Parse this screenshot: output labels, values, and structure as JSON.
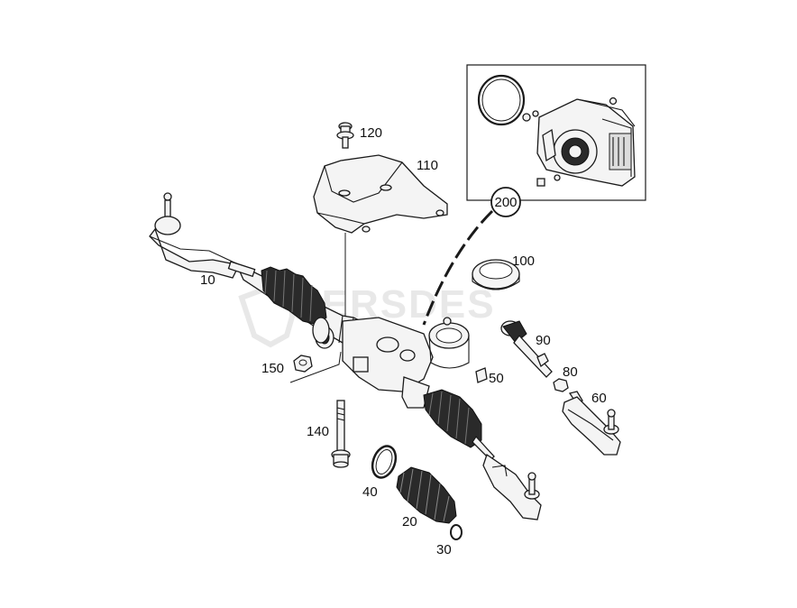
{
  "watermark": "MERSDES",
  "callouts": {
    "p10": "10",
    "p20": "20",
    "p30": "30",
    "p40": "40",
    "p50": "50",
    "p60": "60",
    "p80": "80",
    "p90": "90",
    "p100": "100",
    "p110": "110",
    "p120": "120",
    "p140": "140",
    "p150": "150",
    "p200": "200"
  }
}
